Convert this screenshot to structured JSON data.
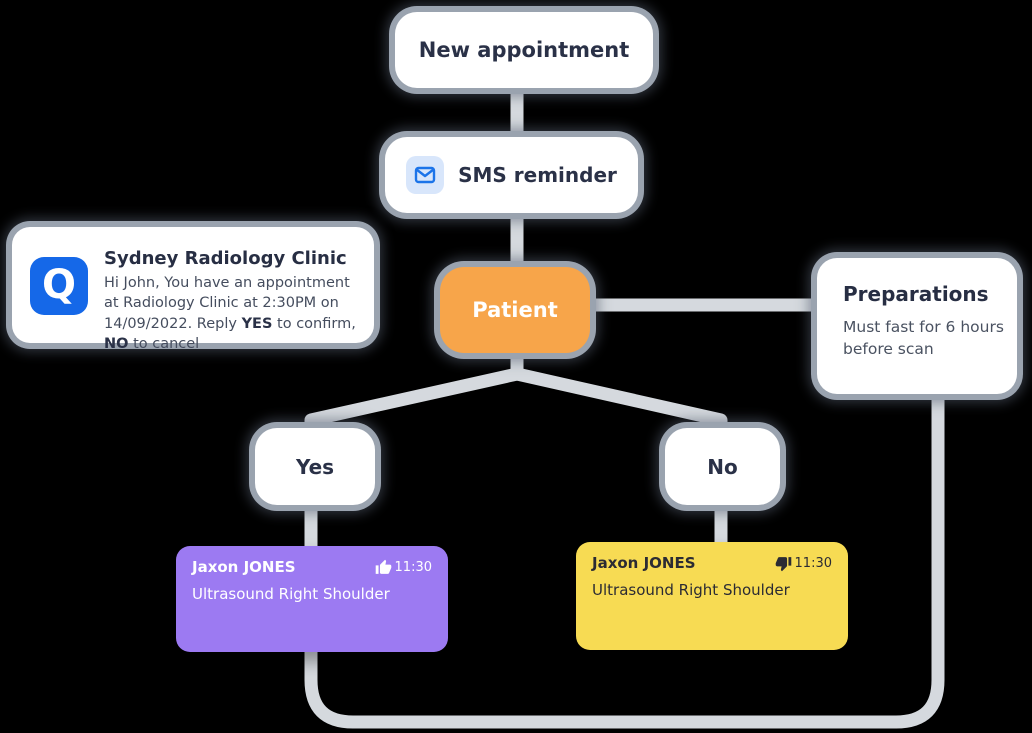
{
  "flow": {
    "new_appointment": {
      "label": "New appointment"
    },
    "sms_reminder": {
      "label": "SMS reminder",
      "icon": "envelope-icon"
    },
    "sms_message": {
      "logo_letter": "Q",
      "title": "Sydney Radiology Clinic",
      "body_prefix": "Hi John, You have an appointment at Radiology Clinic at 2:30PM on 14/09/2022. Reply ",
      "yes_bold": "YES",
      "mid": " to confirm, ",
      "no_bold": "NO",
      "suffix": " to cancel"
    },
    "patient": {
      "label": "Patient"
    },
    "preparations": {
      "title": "Preparations",
      "body": "Must fast for 6 hours before scan"
    },
    "branch_yes": {
      "label": "Yes"
    },
    "branch_no": {
      "label": "No"
    },
    "appointment_confirmed": {
      "patient_name": "Jaxon JONES",
      "time": "11:30",
      "procedure": "Ultrasound Right Shoulder",
      "icon": "thumbs-up-icon",
      "color": "#9C7AF2"
    },
    "appointment_declined": {
      "patient_name": "Jaxon JONES",
      "time": "11:30",
      "procedure": "Ultrasound Right Shoulder",
      "icon": "thumbs-down-icon",
      "color": "#F7DB53"
    }
  },
  "colors": {
    "background": "#000000",
    "node_fill": "#FFFFFF",
    "node_halo": "#9AA3AF",
    "connector": "#D5D9DE",
    "patient_orange": "#F7A54A",
    "text_navy": "#2A3147",
    "text_gray": "#4A5261",
    "logo_blue": "#1568E8",
    "envelope_blue": "#1C74E9",
    "envelope_bg": "#D8E6FB"
  }
}
